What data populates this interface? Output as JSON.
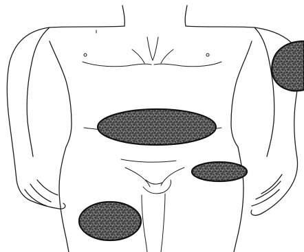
{
  "figure": {
    "subject": "front-view-torso",
    "style": "line-drawing",
    "highlight_pattern": "stippled-dark",
    "colors": {
      "background": "#ffffff",
      "line": "#1a1a1a",
      "highlight_fill": "#5a5a5a",
      "highlight_dots": "#1e1e1e"
    },
    "highlighted_regions": [
      "upper-arm-back",
      "abdomen",
      "upper-buttock",
      "thigh"
    ]
  }
}
